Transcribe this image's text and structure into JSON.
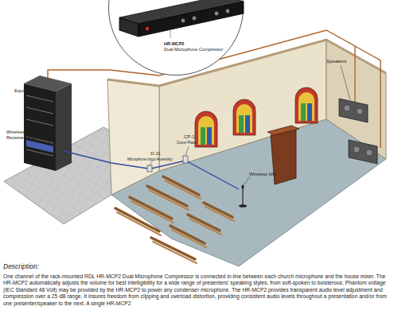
{
  "diagram": {
    "nodes": [
      {
        "text": [
          "HR-MCP2",
          "Dual Microphone Compressor"
        ]
      }
    ],
    "labels": [
      "Equipment Rack",
      "Wireless Mic Receiver in Rack",
      "CP-1",
      "Cover Plate",
      "D-J1",
      "Microphone Input Assembly",
      "Wireless Mic",
      "Speakers",
      "Description:",
      "One channel of the rack-mounted RDL HR-MCP2 Dual Microphone Compressor is connected in-line between each church microphone and the house mixer. The HR-MCP2 automatically adjusts the volume for best intelligibility for a wide range of presenters' speaking styles, from soft-spoken to boisterous. Phantom voltage (IEC Standard 48 Volt) may be provided by the HR-MCP2 to power any condenser microphone. The HR-MCP2 provides transparent audio level adjustment and compression over a 25 dB range. It insures freedom from clipping and overload distortion, providing consistent audio levels throughout a presentation and/or from one presenter/speaker to the next. A single HR-MCP2"
    ]
  }
}
